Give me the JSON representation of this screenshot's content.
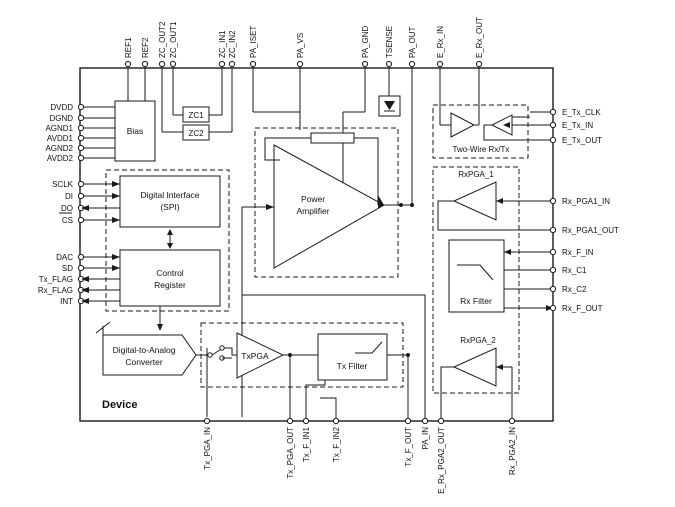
{
  "device_label": "Device",
  "blocks": {
    "bias": "Bias",
    "zc1": "ZC1",
    "zc2": "ZC2",
    "digital_interface_line1": "Digital Interface",
    "digital_interface_line2": "(SPI)",
    "control_register_line1": "Control",
    "control_register_line2": "Register",
    "dac_line1": "Digital-to-Analog",
    "dac_line2": "Converter",
    "power_amp_line1": "Power",
    "power_amp_line2": "Amplifier",
    "txpga": "TxPGA",
    "tx_filter": "Tx Filter",
    "two_wire": "Two-Wire Rx/Tx",
    "rxpga1": "RxPGA_1",
    "rx_filter": "Rx Filter",
    "rxpga2": "RxPGA_2"
  },
  "pins": {
    "top": [
      "REF1",
      "REF2",
      "ZC_OUT2",
      "ZC_OUT1",
      "ZC_IN1",
      "ZC_IN2",
      "PA_ISET",
      "PA_VS",
      "PA_GND",
      "TSENSE",
      "PA_OUT",
      "E_Rx_IN",
      "E_Rx_OUT"
    ],
    "left": [
      "DVDD",
      "DGND",
      "AGND1",
      "AVDD1",
      "AGND2",
      "AVDD2",
      "SCLK",
      "DI",
      "DO",
      "CS",
      "DAC",
      "SD",
      "Tx_FLAG",
      "Rx_FLAG",
      "INT"
    ],
    "right": [
      "E_Tx_CLK",
      "E_Tx_IN",
      "E_Tx_OUT",
      "Rx_PGA1_IN",
      "Rx_PGA1_OUT",
      "Rx_F_IN",
      "Rx_C1",
      "Rx_C2",
      "Rx_F_OUT"
    ],
    "bottom": [
      "Tx_PGA_IN",
      "Tx_PGA_OUT",
      "Tx_F_IN1",
      "Tx_F_IN2",
      "Tx_F_OUT",
      "PA_IN",
      "E_Rx_PGA2_OUT",
      "Rx_PGA2_IN"
    ]
  }
}
